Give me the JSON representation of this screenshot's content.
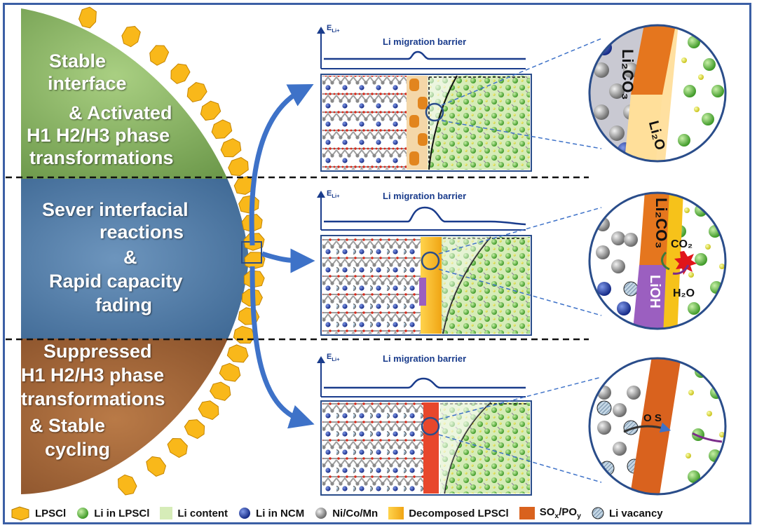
{
  "panel_labels": {
    "top": [
      "Stable",
      "interface",
      "& Activated",
      "H1  H2/H3 phase",
      "transformations"
    ],
    "middle": [
      "Sever interfacial",
      "reactions",
      "&",
      "Rapid capacity",
      "fading"
    ],
    "bottom": [
      "Suppressed",
      "H1  H2/H3 phase",
      "transformations",
      "& Stable",
      "cycling"
    ]
  },
  "energy_plot": {
    "axis_label": "E",
    "axis_subscript": "Li+",
    "title": "Li migration barrier"
  },
  "circle_labels": {
    "top": {
      "band1": "Li₂CO₃",
      "band2": "Li₂O"
    },
    "middle": {
      "band1": "Li₂CO₃",
      "band2": "LiOH",
      "gas1": "CO₂",
      "gas2": "H₂O"
    },
    "bottom": {
      "text": "O S"
    }
  },
  "legend": [
    {
      "label": "LPSCl",
      "icon": "lpscl-tile",
      "color": "#f9b81a"
    },
    {
      "label": "Li in LPSCl",
      "icon": "green-sphere",
      "color": "#5cb83c"
    },
    {
      "label": "Li content",
      "icon": "light-green-square",
      "color": "#d6ecb8"
    },
    {
      "label": "Li in NCM",
      "icon": "blue-sphere",
      "color": "#1f3aa0"
    },
    {
      "label": "Ni/Co/Mn",
      "icon": "gray-sphere",
      "color": "#9a9a9a"
    },
    {
      "label": "Decomposed LPSCl",
      "icon": "orange-gradient-square",
      "color": "#f6b21a"
    },
    {
      "label": "SOx/POy",
      "icon": "dark-orange-square",
      "color": "#d9621e"
    },
    {
      "label": "Li vacancy",
      "icon": "hatched-sphere",
      "color": "#a9c4d8"
    }
  ],
  "colors": {
    "frame": "#3b5fa5",
    "green_region": "#7fab5a",
    "blue_region": "#4e7aa6",
    "brown_region": "#9c6136",
    "lpscl": "#f9b81a",
    "arrow": "#3e72c8"
  }
}
